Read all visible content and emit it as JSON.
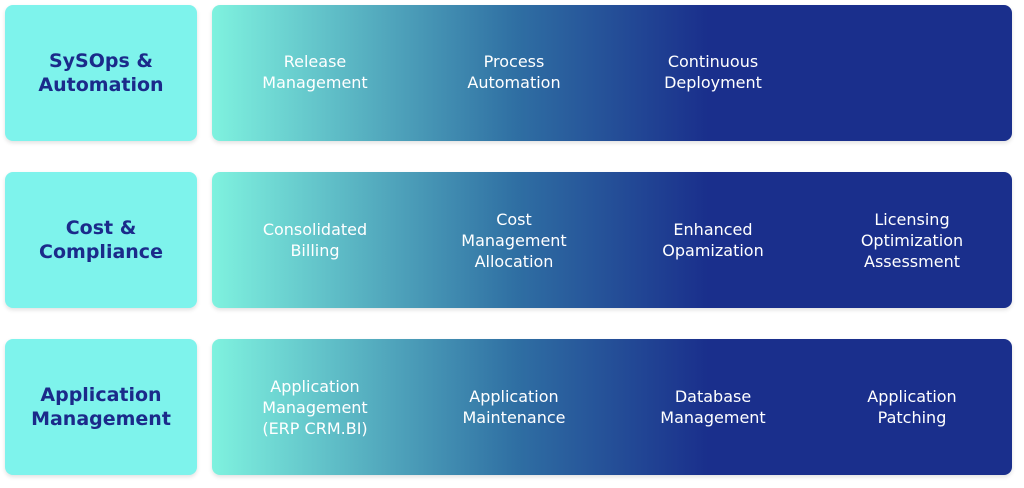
{
  "colors": {
    "category_bg": "#7ef3ec",
    "category_text": "#1b2a8a",
    "band_start": "#7ff2df",
    "band_mid": "#2f6fa3",
    "band_end": "#1a2f8c",
    "service_text": "#ffffff"
  },
  "rows": [
    {
      "category": "SySOps &\nAutomation",
      "services": [
        "Release\nManagement",
        "Process\nAutomation",
        "Continuous\nDeployment"
      ]
    },
    {
      "category": "Cost &\nCompliance",
      "services": [
        "Consolidated\nBilling",
        "Cost\nManagement\nAllocation",
        "Enhanced\nOpamization",
        "Licensing\nOptimization\nAssessment"
      ]
    },
    {
      "category": "Application\nManagement",
      "services": [
        "Application\nManagement\n(ERP CRM.BI)",
        "Application\nMaintenance",
        "Database\nManagement",
        "Application\nPatching"
      ]
    }
  ]
}
